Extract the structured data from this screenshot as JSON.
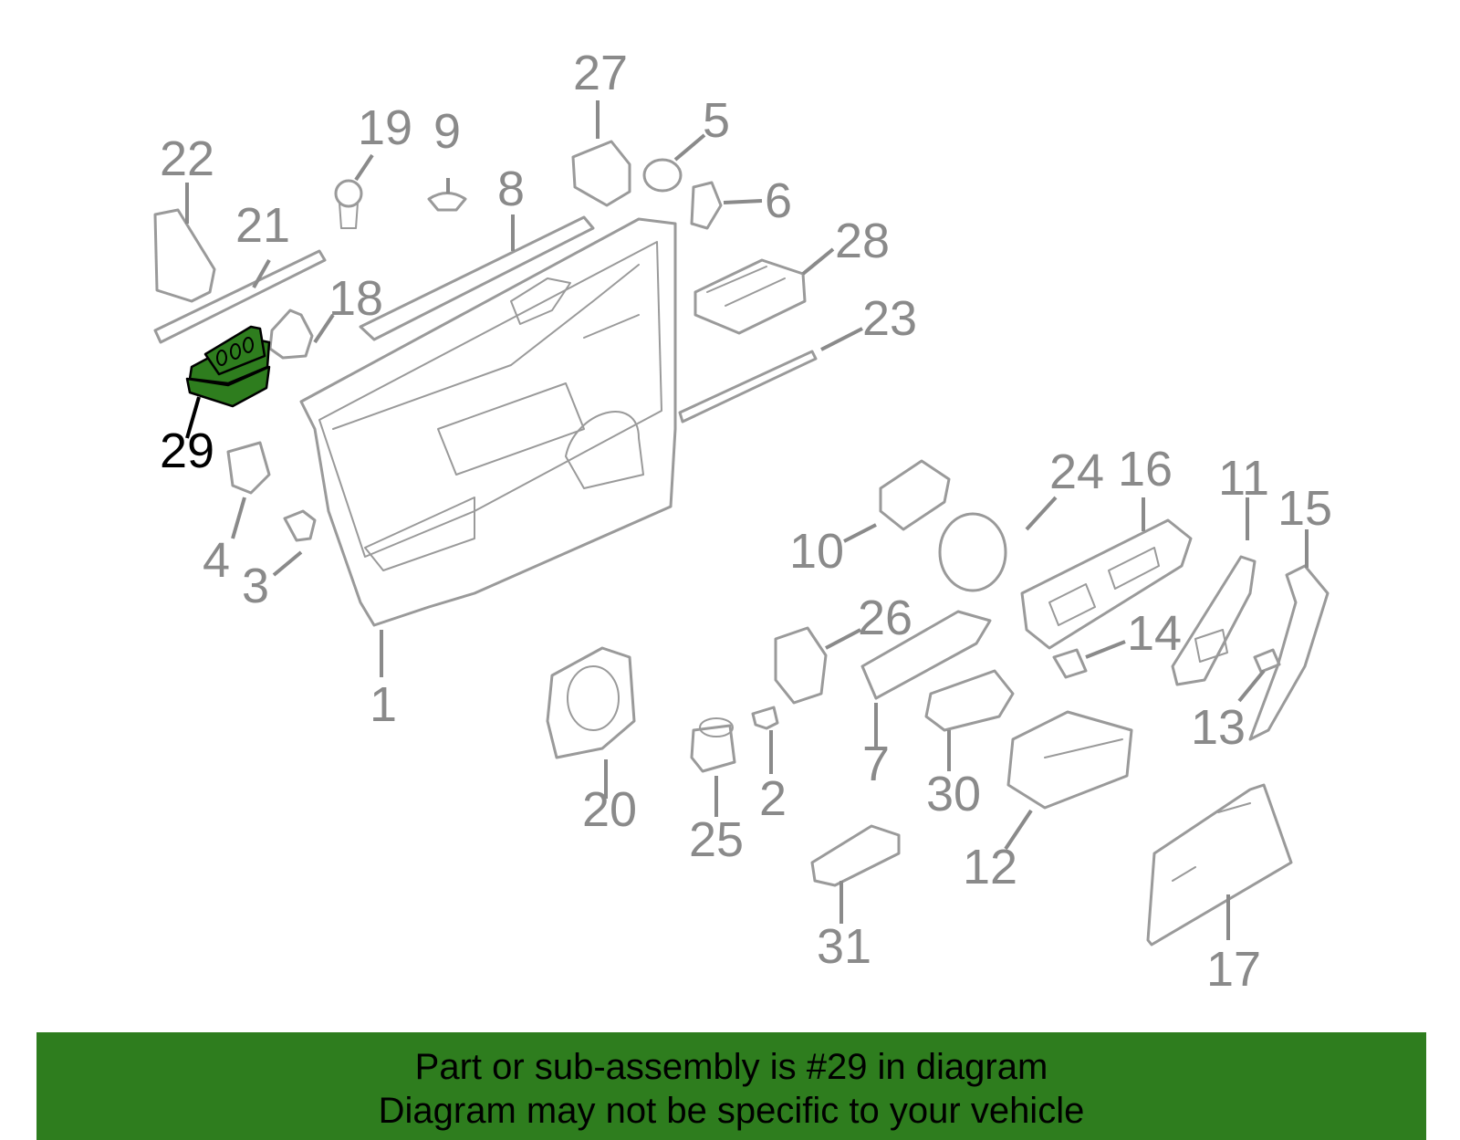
{
  "highlighted_part": "29",
  "callouts": [
    {
      "id": "1",
      "label": "1"
    },
    {
      "id": "2",
      "label": "2"
    },
    {
      "id": "3",
      "label": "3"
    },
    {
      "id": "4",
      "label": "4"
    },
    {
      "id": "5",
      "label": "5"
    },
    {
      "id": "6",
      "label": "6"
    },
    {
      "id": "7",
      "label": "7"
    },
    {
      "id": "8",
      "label": "8"
    },
    {
      "id": "9",
      "label": "9"
    },
    {
      "id": "10",
      "label": "10"
    },
    {
      "id": "11",
      "label": "11"
    },
    {
      "id": "12",
      "label": "12"
    },
    {
      "id": "13",
      "label": "13"
    },
    {
      "id": "14",
      "label": "14"
    },
    {
      "id": "15",
      "label": "15"
    },
    {
      "id": "16",
      "label": "16"
    },
    {
      "id": "17",
      "label": "17"
    },
    {
      "id": "18",
      "label": "18"
    },
    {
      "id": "19",
      "label": "19"
    },
    {
      "id": "20",
      "label": "20"
    },
    {
      "id": "21",
      "label": "21"
    },
    {
      "id": "22",
      "label": "22"
    },
    {
      "id": "23",
      "label": "23"
    },
    {
      "id": "24",
      "label": "24"
    },
    {
      "id": "25",
      "label": "25"
    },
    {
      "id": "26",
      "label": "26"
    },
    {
      "id": "27",
      "label": "27"
    },
    {
      "id": "28",
      "label": "28"
    },
    {
      "id": "29",
      "label": "29"
    },
    {
      "id": "30",
      "label": "30"
    },
    {
      "id": "31",
      "label": "31"
    }
  ],
  "banner": {
    "line1": "Part or sub-assembly is #29 in diagram",
    "line2": "Diagram may not be specific to your vehicle"
  },
  "colors": {
    "highlight": "#2e7d1e",
    "banner_bg": "#2e7d1e",
    "line_gray": "#9a9a9a",
    "label_gray": "#8a8a8a"
  }
}
